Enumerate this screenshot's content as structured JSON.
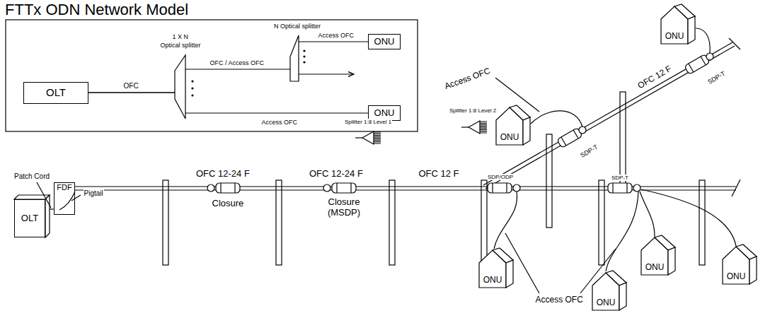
{
  "diagram": {
    "title": "FTTx ODN Network Model",
    "nodes": [
      {
        "text": [
          "OLT"
        ]
      },
      {
        "text": [
          "ONU"
        ]
      },
      {
        "text": [
          "ONU"
        ]
      },
      {
        "text": [
          "OLT"
        ]
      },
      {
        "text": [
          "FDF"
        ]
      },
      {
        "text": [
          "ONU"
        ]
      },
      {
        "text": [
          "ONU"
        ]
      },
      {
        "text": [
          "ONU"
        ]
      },
      {
        "text": [
          "ONU"
        ]
      },
      {
        "text": [
          "ONU"
        ]
      },
      {
        "text": [
          "ONU"
        ]
      }
    ],
    "edges": [
      {
        "from": 0,
        "to": 1,
        "arrow": "none"
      },
      {
        "from": 0,
        "to": 2,
        "arrow": "none"
      },
      {
        "from": 3,
        "to": 4,
        "arrow": "none"
      }
    ],
    "labels": [
      "OFC",
      "1 X N",
      "Optical splitter",
      "N Optical splitter",
      "OFC / Access OFC",
      "Access OFC",
      "Access OFC",
      "Patch Cord",
      "Pigtail",
      "OFC 12-24 F",
      "OFC 12-24 F",
      "OFC 12 F",
      "Splitter 1:8 Level 1",
      "Splitter 1:8 Level 2",
      "Closure",
      "Closure (MSDP)",
      "SDP/ODP",
      "SDP-T",
      "SDP-T",
      "SDP-T",
      "OFC 12 F",
      "Access OFC",
      "Access OFC"
    ]
  }
}
